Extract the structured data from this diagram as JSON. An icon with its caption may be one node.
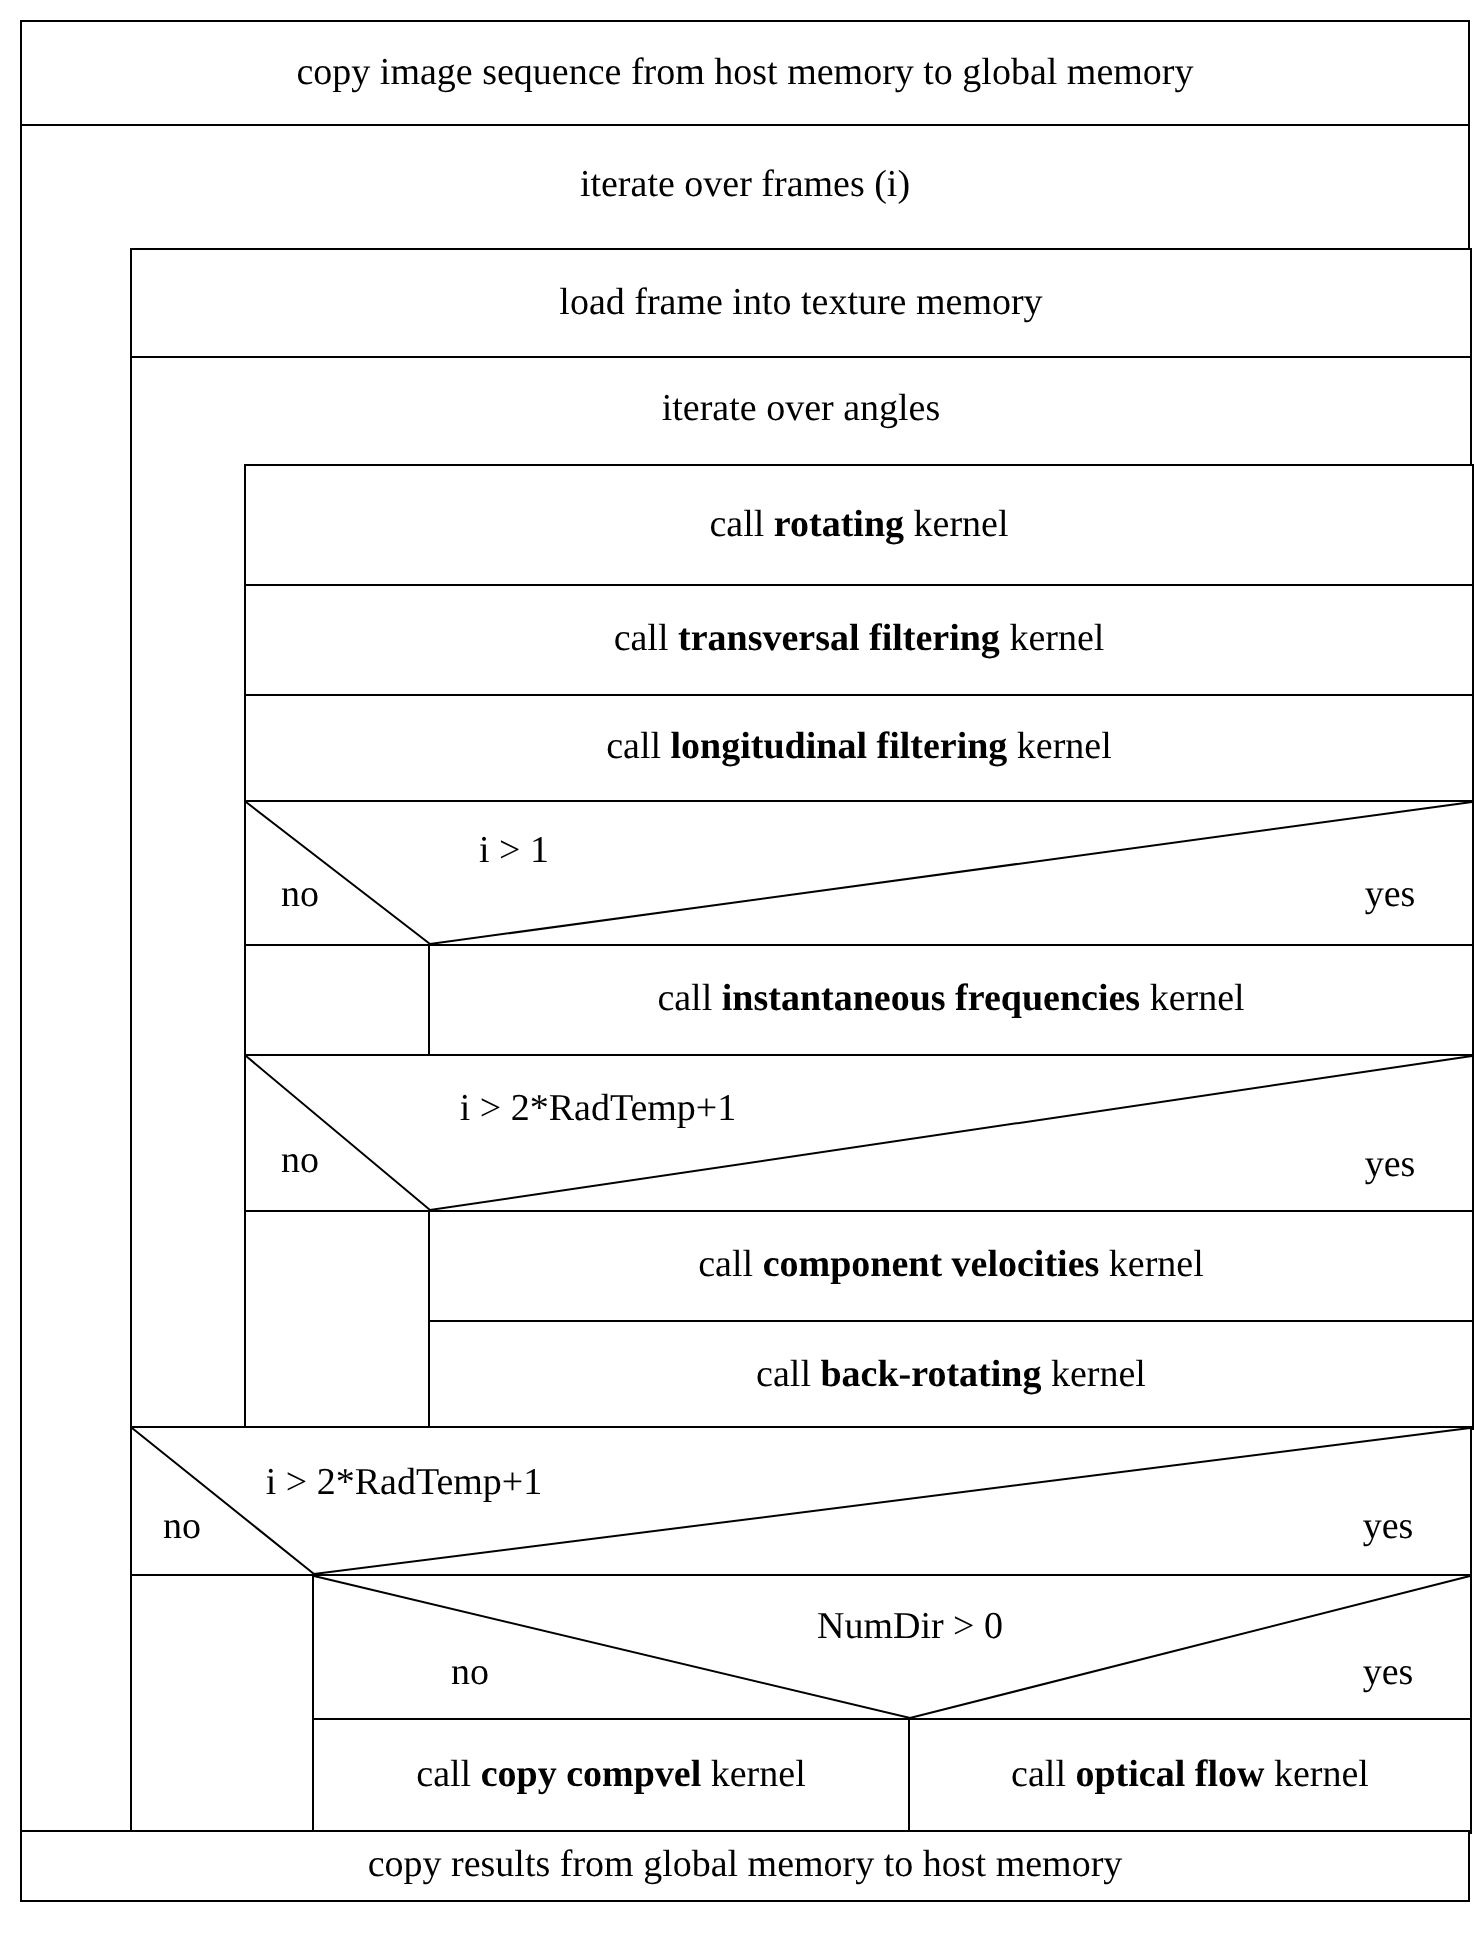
{
  "diagram": {
    "nodes": [
      {
        "text": [
          "copy image sequence from host memory to global memory"
        ]
      },
      {
        "text": [
          "iterate over frames (i)"
        ]
      },
      {
        "text": [
          "load frame into texture memory"
        ],
        "in": 1
      },
      {
        "text": [
          "iterate over angles"
        ],
        "in": 1
      },
      {
        "text": [
          "call **rotating** kernel"
        ],
        "in": 3
      },
      {
        "text": [
          "call **transversal filtering** kernel"
        ],
        "in": 3
      },
      {
        "text": [
          "call **longitudinal filtering** kernel"
        ],
        "in": 3
      },
      {
        "text": [
          "i > 1",
          "no",
          "yes"
        ],
        "in": 3
      },
      {
        "text": [],
        "shape": "box",
        "in": 3
      },
      {
        "text": [
          "call **instantaneous frequencies** kernel"
        ],
        "in": 3
      },
      {
        "text": [
          "i > 2*RadTemp+1",
          "no",
          "yes"
        ],
        "in": 3
      },
      {
        "text": [],
        "shape": "box",
        "in": 3
      },
      {
        "text": [
          "call **component velocities** kernel"
        ],
        "in": 3
      },
      {
        "text": [
          "call **back-rotating** kernel"
        ],
        "in": 3
      },
      {
        "text": [
          "i > 2*RadTemp+1",
          "no",
          "yes"
        ],
        "in": 1
      },
      {
        "text": [],
        "shape": "box",
        "in": 1
      },
      {
        "text": [
          "NumDir > 0",
          "no",
          "yes"
        ],
        "in": 1
      },
      {
        "text": [
          "call **copy compvel** kernel"
        ],
        "in": 1
      },
      {
        "text": [
          "call **optical flow** kernel"
        ],
        "in": 1
      },
      {
        "text": [
          "copy results from global memory to host memory"
        ]
      }
    ]
  }
}
